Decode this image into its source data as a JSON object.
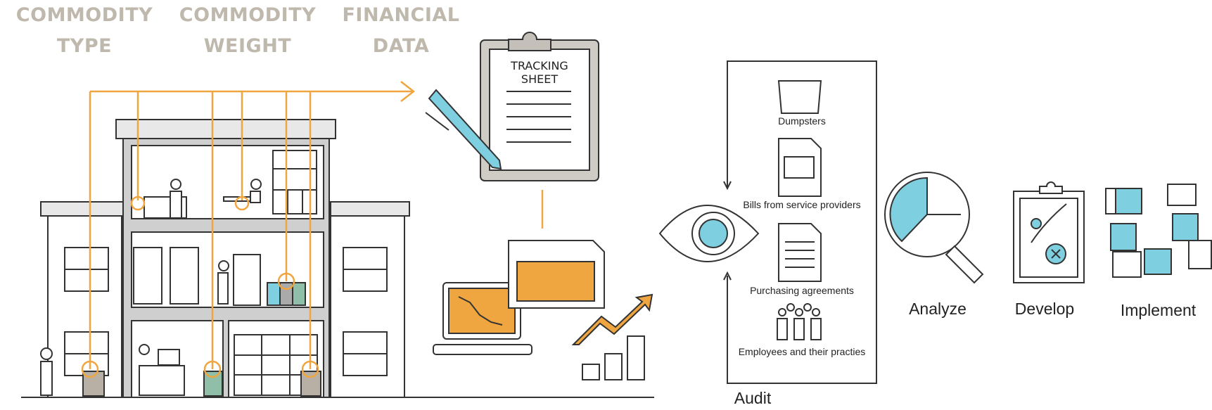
{
  "headers": {
    "commodity_type": [
      "COMMODITY",
      "TYPE"
    ],
    "commodity_weight": [
      "COMMODITY",
      "WEIGHT"
    ],
    "financial_data": [
      "FINANCIAL",
      "DATA"
    ]
  },
  "tracking_sheet": [
    "TRACKING",
    "SHEET"
  ],
  "audit": {
    "items": [
      "Dumpsters",
      "Bills from service providers",
      "Purchasing agreements",
      "Employees and their practies"
    ],
    "label": "Audit"
  },
  "steps": [
    "Analyze",
    "Develop",
    "Implement"
  ],
  "colors": {
    "orange": "#f0a640",
    "blue": "#7ecfe0",
    "header_gray": "#bfb8ad",
    "line": "#333333"
  }
}
